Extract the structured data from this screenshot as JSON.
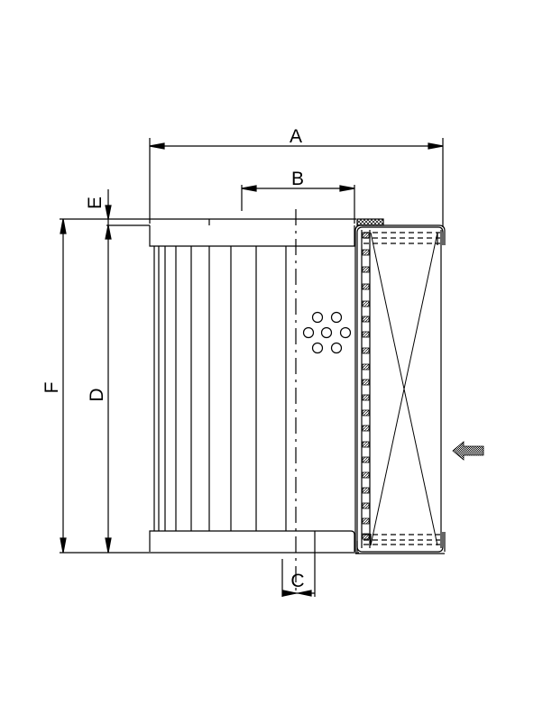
{
  "drawing": {
    "title": "Filter element dimensional drawing",
    "stroke_color": "#000000",
    "background": "#ffffff"
  },
  "dimensions": {
    "A": "A",
    "B": "B",
    "C": "C",
    "D": "D",
    "E": "E",
    "F": "F"
  },
  "components": {
    "pleated_media": "pleated-filter-media",
    "end_cap_top": "top-end-cap",
    "end_cap_bottom": "bottom-end-cap",
    "center_tube": "perforated-center-tube",
    "housing": "cutaway-housing",
    "gasket": "seal-gasket"
  },
  "icons": {
    "flow_arrow": "flow-direction-arrow"
  }
}
